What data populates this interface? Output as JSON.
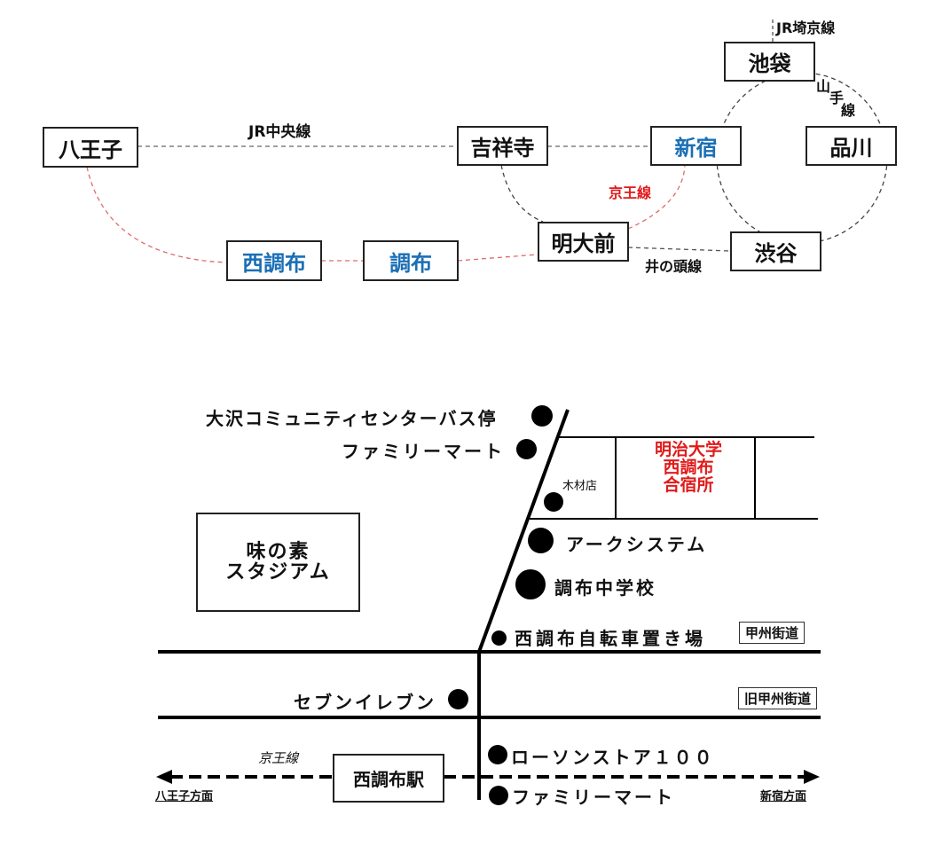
{
  "route_map": {
    "stations": {
      "hachioji": "八王子",
      "kichijoji": "吉祥寺",
      "shinjuku": "新宿",
      "shinagawa": "品川",
      "ikebukuro": "池袋",
      "meidaimae": "明大前",
      "shibuya": "渋谷",
      "nishichofu": "西調布",
      "chofu": "調布"
    },
    "lines": {
      "chuo": "JR中央線",
      "saikyo": "JR埼京線",
      "yamanote": [
        "山",
        "手",
        "線"
      ],
      "keio": "京王線",
      "inokashira": "井の頭線"
    },
    "colors": {
      "highlight_station": "#1a6fb5",
      "keio_line": "#e11a1a",
      "jr_line": "#555555"
    }
  },
  "area_map": {
    "landmarks": {
      "bus_stop": "大沢コミュニティセンターバス停",
      "familymart_north": "ファミリーマート",
      "lumber_store": "木材店",
      "destination": [
        "明治大学",
        "西調布",
        "合宿所"
      ],
      "arc_system": "アークシステム",
      "junior_high": "調布中学校",
      "bike_parking": "西調布自転車置き場",
      "stadium": [
        "味の素",
        "スタジアム"
      ],
      "seven_eleven": "セブンイレブン",
      "lawson": "ローソンストア１００",
      "familymart_south": "ファミリーマート"
    },
    "roads": {
      "koshu_kaido": "甲州街道",
      "old_koshu_kaido": "旧甲州街道"
    },
    "railway": {
      "line_name": "京王線",
      "station": "西調布駅",
      "toward_left": "八王子方面",
      "toward_right": "新宿方面"
    },
    "colors": {
      "destination": "#e11a1a"
    }
  }
}
